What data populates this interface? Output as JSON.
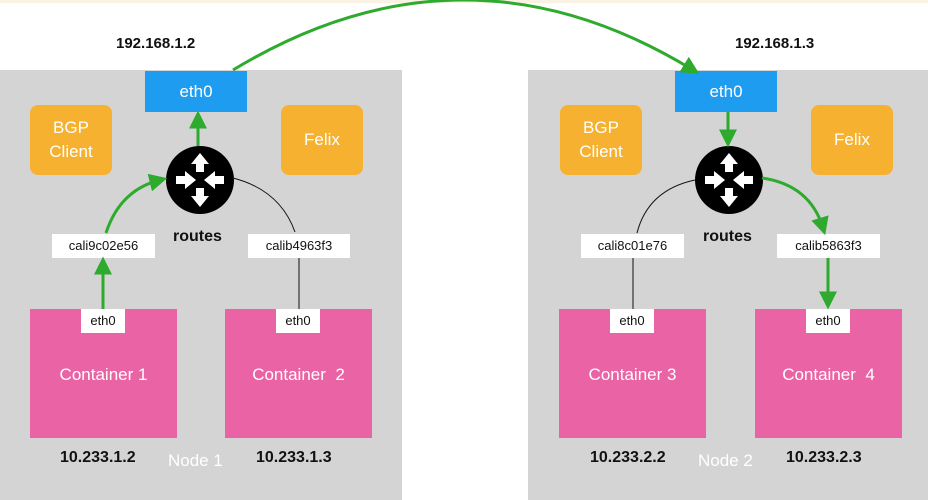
{
  "diagram": {
    "nodes": [
      {
        "label": "Node 1",
        "host_ip": "192.168.1.2",
        "host_interface": "eth0",
        "bgp_client": "BGP\nClient",
        "bgp_client_line1": "BGP",
        "bgp_client_line2": "Client",
        "felix": "Felix",
        "routes_label": "routes",
        "veth": [
          "cali9c02e56",
          "calib4963f3"
        ],
        "containers": [
          {
            "name": "Container 1",
            "interface": "eth0",
            "ip": "10.233.1.2"
          },
          {
            "name": "Container  2",
            "interface": "eth0",
            "ip": "10.233.1.3"
          }
        ]
      },
      {
        "label": "Node 2",
        "host_ip": "192.168.1.3",
        "host_interface": "eth0",
        "bgp_client_line1": "BGP",
        "bgp_client_line2": "Client",
        "felix": "Felix",
        "routes_label": "routes",
        "veth": [
          "cali8c01e76",
          "calib5863f3"
        ],
        "containers": [
          {
            "name": "Container 3",
            "interface": "eth0",
            "ip": "10.233.2.2"
          },
          {
            "name": "Container  4",
            "interface": "eth0",
            "ip": "10.233.2.3"
          }
        ]
      }
    ],
    "colors": {
      "node_bg": "#d4d4d4",
      "host_eth": "#1e9cf0",
      "component": "#f5b12f",
      "container": "#ea63a5",
      "packet_path": "#2eaa2e",
      "router": "#000000"
    },
    "icons": {
      "router": "router-icon"
    }
  }
}
